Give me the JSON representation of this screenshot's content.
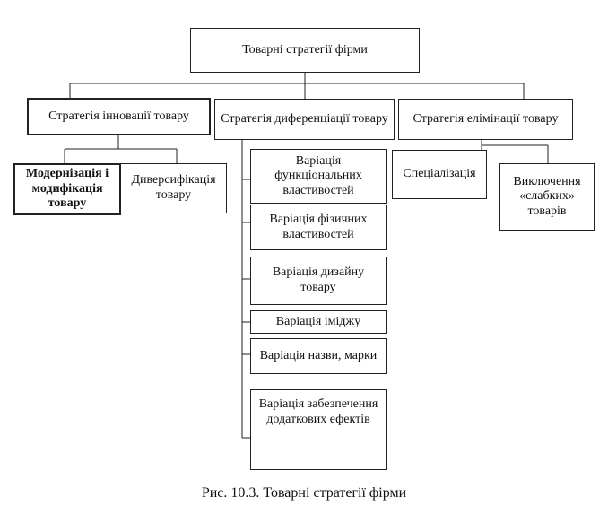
{
  "diagram": {
    "root": {
      "label": "Товарні стратегії фірми"
    },
    "strategies": [
      {
        "label": "Стратегія інновації товару",
        "children": [
          {
            "label": "Модернізація і модифікація товару"
          },
          {
            "label": "Диверсифікація товару"
          }
        ]
      },
      {
        "label": "Стратегія диференціації товару",
        "children": [
          {
            "label": "Варіація функціональних властивостей"
          },
          {
            "label": "Варіація фізичних властивостей"
          },
          {
            "label": "Варіація дизайну товару"
          },
          {
            "label": "Варіація іміджу"
          },
          {
            "label": "Варіація назви, марки"
          },
          {
            "label": "Варіація забезпечення додаткових ефектів"
          }
        ]
      },
      {
        "label": "Стратегія елімінації товару",
        "children": [
          {
            "label": "Спеціалізація"
          },
          {
            "label": "Виключення «слабких» товарів"
          }
        ]
      }
    ]
  },
  "caption": "Рис. 10.3. Товарні стратегії фірми"
}
